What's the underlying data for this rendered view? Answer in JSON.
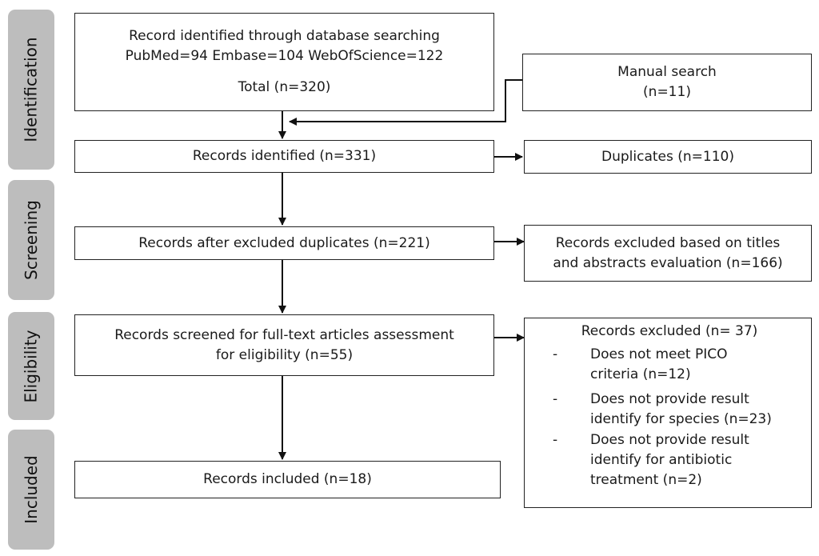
{
  "stages": {
    "identification": "Identification",
    "screening": "Screening",
    "eligibility": "Eligibility",
    "included": "Included"
  },
  "boxes": {
    "db_search": {
      "line1": "Record identified through database searching",
      "line2": "PubMed=94 Embase=104 WebOfScience=122",
      "line3": "Total (n=320)"
    },
    "manual_search": {
      "line1": "Manual search",
      "line2": "(n=11)"
    },
    "records_identified": "Records identified  (n=331)",
    "duplicates": "Duplicates (n=110)",
    "after_duplicates": "Records after excluded duplicates  (n=221)",
    "excluded_titles": {
      "line1": "Records excluded based on titles",
      "line2": "and abstracts evaluation (n=166)"
    },
    "screened_fulltext": {
      "line1": "Records screened for full-text articles assessment",
      "line2": "for eligibility  (n=55)"
    },
    "excluded_fulltext": {
      "header": "Records excluded (n= 37)",
      "items": [
        {
          "dash": "-",
          "line1": "Does not meet PICO",
          "line2": "criteria (n=12)"
        },
        {
          "dash": "-",
          "line1": "Does not provide result",
          "line2": "identify for species (n=23)"
        },
        {
          "dash": "-",
          "line1": "Does not provide result",
          "line2": "identify for antibiotic",
          "line3": "treatment (n=2)"
        }
      ]
    },
    "records_included": "Records included (n=18)"
  }
}
